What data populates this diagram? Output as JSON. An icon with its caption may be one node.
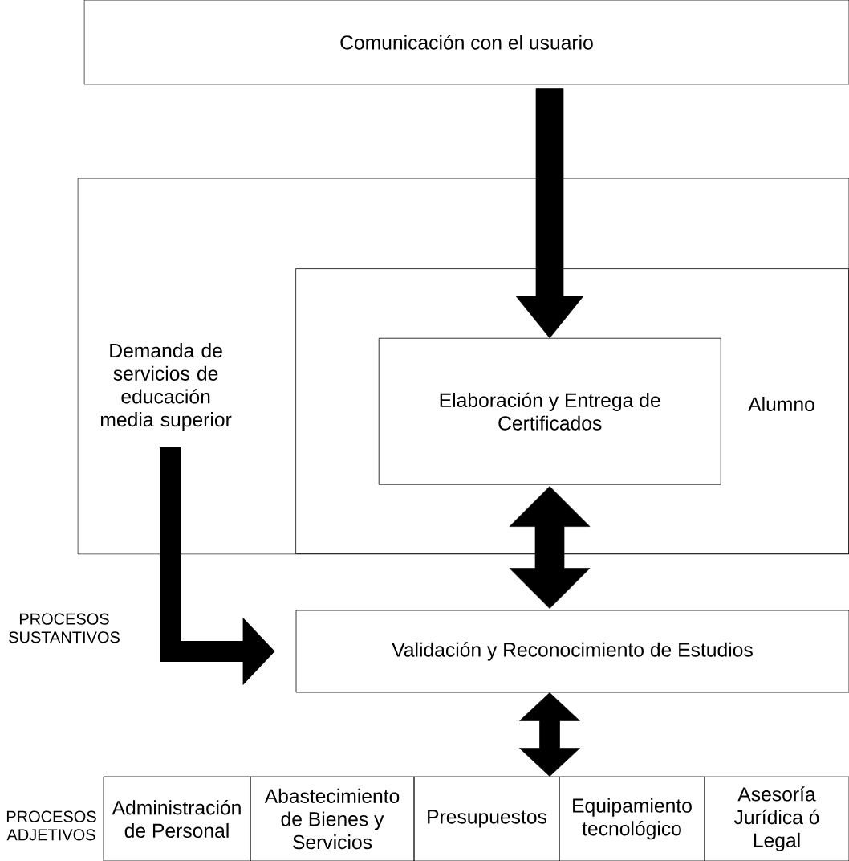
{
  "diagram": {
    "nodes": [
      {
        "text": [
          "Comunicación con el usuario"
        ]
      },
      {
        "text": [],
        "shape": "box"
      },
      {
        "text": [
          "Demanda de servicios de educación media superior"
        ],
        "in": 1
      },
      {
        "text": [
          "Alumno"
        ],
        "in": 1
      },
      {
        "text": [
          "Elaboración y Entrega de Certificados"
        ],
        "in": 3
      },
      {
        "text": [
          "Validación y Reconocimiento de Estudios"
        ]
      },
      {
        "text": [
          "Administración de Personal"
        ]
      },
      {
        "text": [
          "Abastecimiento de Bienes y Servicios"
        ]
      },
      {
        "text": [
          "Presupuestos"
        ]
      },
      {
        "text": [
          "Equipamiento tecnológico"
        ]
      },
      {
        "text": [
          "Asesoría Jurídica ó Legal"
        ]
      }
    ],
    "edges": [
      {
        "from": 0,
        "to": 4,
        "arrow": "to"
      },
      {
        "from": 4,
        "to": 5,
        "arrow": "both"
      },
      {
        "from": 2,
        "to": 5,
        "arrow": "to"
      },
      {
        "from": 5,
        "to": 8,
        "arrow": "both"
      }
    ],
    "labels": [
      "PROCESOS SUSTANTIVOS",
      "PROCESOS ADJETIVOS"
    ]
  }
}
